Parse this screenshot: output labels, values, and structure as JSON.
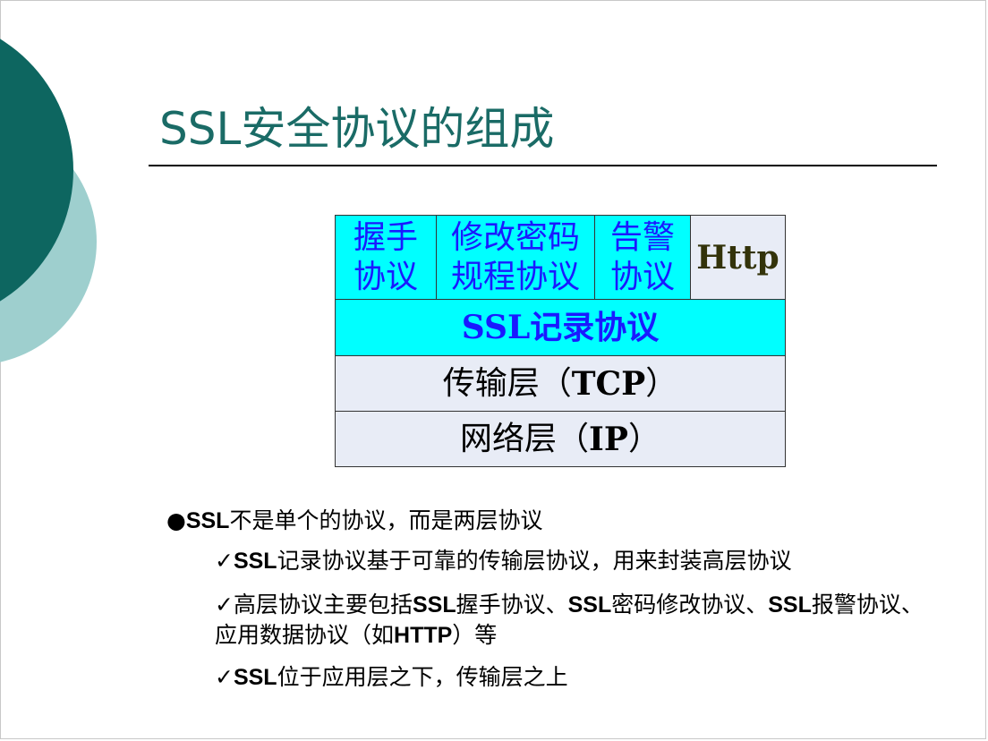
{
  "slide": {
    "title": "SSL安全协议的组成",
    "colors": {
      "title": "#1a6b66",
      "deco_dark": "#0d6660",
      "deco_light": "#9ecfce",
      "cyan": "#00ffff",
      "blue_text": "#1a1aff",
      "pale": "#e8ecf6"
    }
  },
  "stack": {
    "handshake": {
      "line1": "握手",
      "line2": "协议"
    },
    "change_cipher": {
      "line1": "修改密码",
      "line2": "规程协议"
    },
    "alert": {
      "line1": "告警",
      "line2": "协议"
    },
    "http": "Http",
    "record": "SSL记录协议",
    "transport": {
      "name": "传输层（",
      "proto": "TCP",
      "close": "）"
    },
    "network": {
      "name": "网络层（",
      "proto": "IP",
      "close": "）"
    }
  },
  "bullets": {
    "main": {
      "marker": "●",
      "bold": "SSL",
      "text": "不是单个的协议，而是两层协议"
    },
    "sub1": {
      "marker": "✓",
      "bold": "SSL",
      "text": "记录协议基于可靠的传输层协议，用来封装高层协议"
    },
    "sub2": {
      "marker": "✓",
      "t1": "高层协议主要包括",
      "b1": "SSL",
      "t2": "握手协议、",
      "b2": "SSL",
      "t3": "密码修改协议、",
      "b3": "SSL",
      "t4": "报警协议、应用数据协议（如",
      "b4": "HTTP",
      "t5": "）等"
    },
    "sub3": {
      "marker": "✓",
      "bold": "SSL",
      "text": "位于应用层之下，传输层之上"
    }
  }
}
